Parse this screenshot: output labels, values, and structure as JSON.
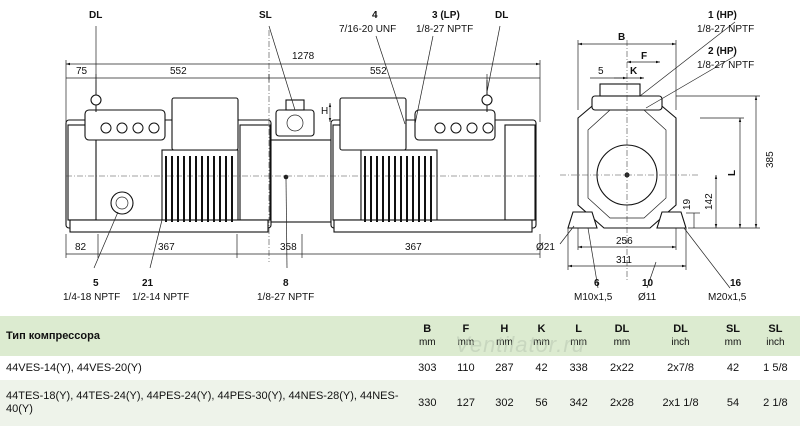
{
  "callouts": {
    "dl_left": "DL",
    "sl": "SL",
    "c4_num": "4",
    "c4_spec": "7/16-20 UNF",
    "c3_num": "3 (LP)",
    "c3_spec": "1/8-27 NPTF",
    "dl_right": "DL",
    "c1_num": "1 (HP)",
    "c1_spec": "1/8-27 NPTF",
    "c2_num": "2 (HP)",
    "c2_spec": "1/8-27 NPTF",
    "c5_num": "5",
    "c5_spec": "1/4-18 NPTF",
    "c21_num": "21",
    "c21_spec": "1/2-14 NPTF",
    "c8_num": "8",
    "c8_spec": "1/8-27 NPTF",
    "c6_num": "6",
    "c6_spec": "M10x1,5",
    "c10_num": "10",
    "c10_spec": "Ø11",
    "c16_num": "16",
    "c16_spec": "M20x1,5"
  },
  "dims": {
    "d1278": "1278",
    "d75": "75",
    "d552a": "552",
    "d552b": "552",
    "d82": "82",
    "d367a": "367",
    "d358": "358",
    "d367b": "367",
    "dH": "H",
    "dB": "B",
    "dF": "F",
    "d5": "5",
    "dK": "K",
    "d385": "385",
    "dL": "L",
    "d142": "142",
    "d19": "19",
    "d21": "Ø21",
    "d256": "256",
    "d311": "311"
  },
  "watermark": "Ventilator.ru",
  "table": {
    "header": {
      "name": "Тип компрессора",
      "cols": [
        {
          "t": "B",
          "u": "mm"
        },
        {
          "t": "F",
          "u": "mm"
        },
        {
          "t": "H",
          "u": "mm"
        },
        {
          "t": "K",
          "u": "mm"
        },
        {
          "t": "L",
          "u": "mm"
        },
        {
          "t": "DL",
          "u": "mm"
        },
        {
          "t": "DL",
          "u": "inch"
        },
        {
          "t": "SL",
          "u": "mm"
        },
        {
          "t": "SL",
          "u": "inch"
        }
      ]
    },
    "rows": [
      {
        "name": "44VES-14(Y), 44VES-20(Y)",
        "values": [
          "303",
          "110",
          "287",
          "42",
          "338",
          "2x22",
          "2x7/8",
          "42",
          "1 5/8"
        ]
      },
      {
        "name": "44TES-18(Y), 44TES-24(Y), 44PES-24(Y), 44PES-30(Y), 44NES-28(Y), 44NES-40(Y)",
        "values": [
          "330",
          "127",
          "302",
          "56",
          "342",
          "2x28",
          "2x1 1/8",
          "54",
          "2 1/8"
        ]
      }
    ]
  }
}
